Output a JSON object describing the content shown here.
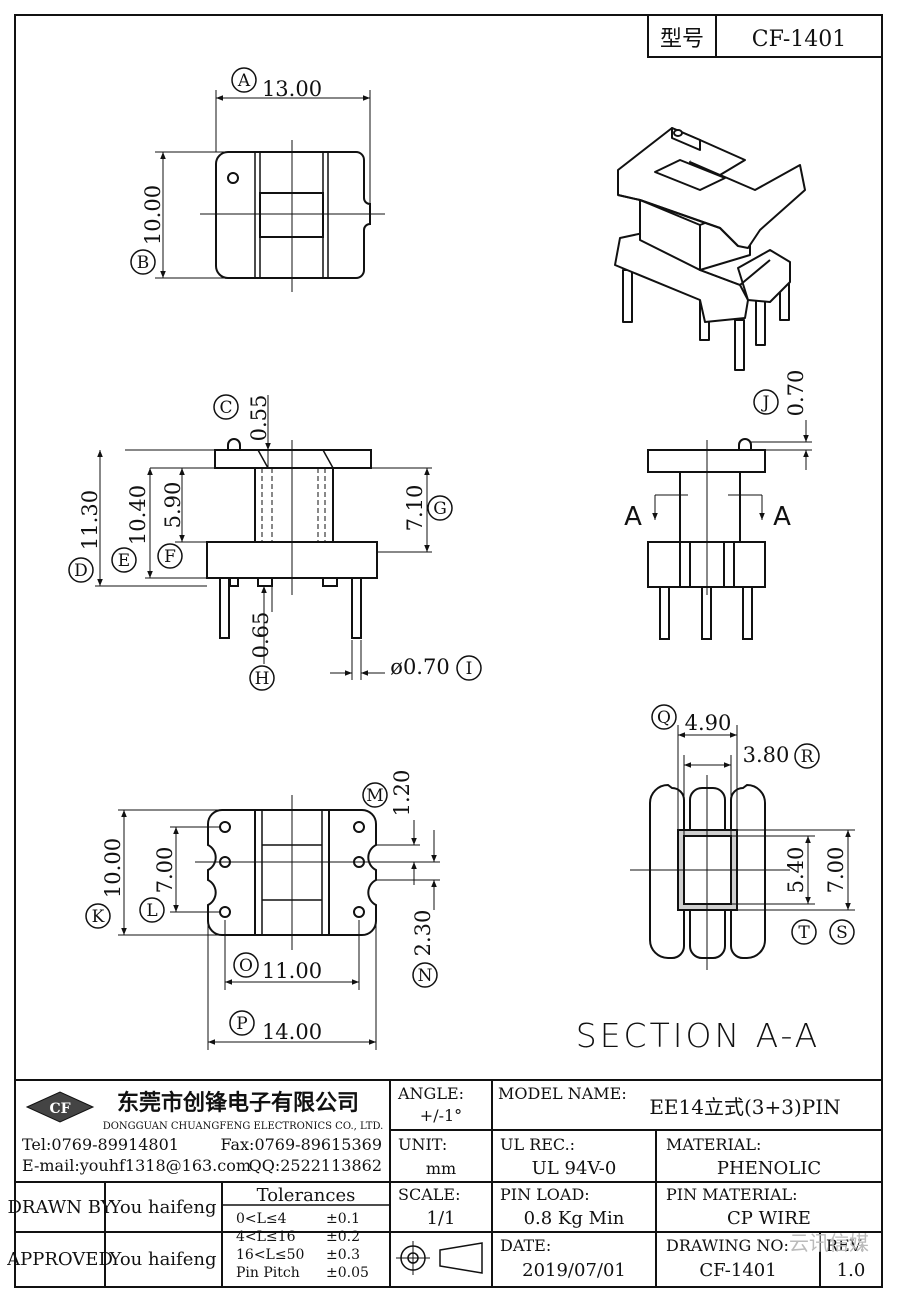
{
  "header": {
    "model_label": "型号",
    "model_value": "CF-1401"
  },
  "top_view": {
    "width_label": "A",
    "width_value": "13.00",
    "height_label": "B",
    "height_value": "10.00"
  },
  "front_view": {
    "c_label": "C",
    "c_value": "0.55",
    "d_label": "D",
    "d_value": "11.30",
    "e_label": "E",
    "e_value": "10.40",
    "f_label": "F",
    "f_value": "5.90",
    "g_label": "G",
    "g_value": "7.10",
    "h_label": "H",
    "h_value": "0.65",
    "i_label": "I",
    "i_value": "ø0.70"
  },
  "side_view": {
    "j_label": "J",
    "j_value": "0.70",
    "section_mark_left": "A",
    "section_mark_right": "A"
  },
  "bottom_view": {
    "k_label": "K",
    "k_value": "10.00",
    "l_label": "L",
    "l_value": "7.00",
    "m_label": "M",
    "m_value": "1.20",
    "n_label": "N",
    "n_value": "2.30",
    "o_label": "O",
    "o_value": "11.00",
    "p_label": "P",
    "p_value": "14.00"
  },
  "section_view": {
    "q_label": "Q",
    "q_value": "4.90",
    "r_label": "R",
    "r_value": "3.80",
    "t_label": "T",
    "t_value": "5.40",
    "s_label": "S",
    "s_value": "7.00",
    "title": "SECTION A-A"
  },
  "title_block": {
    "company_logo_text": "CF",
    "company_cn": "东莞市创锋电子有限公司",
    "company_en": "DONGGUAN CHUANGFENG ELECTRONICS CO., LTD.",
    "tel": "Tel:0769-89914801",
    "fax": "Fax:0769-89615369",
    "email": "E-mail:youhf1318@163.com",
    "qq": "QQ:2522113862",
    "angle_label": "ANGLE:",
    "angle_value": "+/-1°",
    "model_name_label": "MODEL NAME:",
    "model_name_value": "EE14立式(3+3)PIN",
    "unit_label": "UNIT:",
    "unit_value": "mm",
    "ul_label": "UL REC.:",
    "ul_value": "UL 94V-0",
    "material_label": "MATERIAL:",
    "material_value": "PHENOLIC",
    "drawn_by_label": "DRAWN BY",
    "drawn_by_value": "You haifeng",
    "tolerances_label": "Tolerances",
    "tolerances": [
      {
        "range": "0<L≤4",
        "value": "±0.1"
      },
      {
        "range": "4<L≤16",
        "value": "±0.2"
      },
      {
        "range": "16<L≤50",
        "value": "±0.3"
      },
      {
        "range": "Pin Pitch",
        "value": "±0.05"
      }
    ],
    "scale_label": "SCALE:",
    "scale_value": "1/1",
    "pin_load_label": "PIN LOAD:",
    "pin_load_value": "0.8 Kg Min",
    "pin_material_label": "PIN MATERIAL:",
    "pin_material_value": "CP WIRE",
    "approved_label": "APPROVED",
    "approved_value": "You haifeng",
    "date_label": "DATE:",
    "date_value": "2019/07/01",
    "drawing_no_label": "DRAWING NO:",
    "drawing_no_value": "CF-1401",
    "rev_label": "REV:",
    "rev_value": "1.0",
    "watermark": "云讯信媒"
  }
}
